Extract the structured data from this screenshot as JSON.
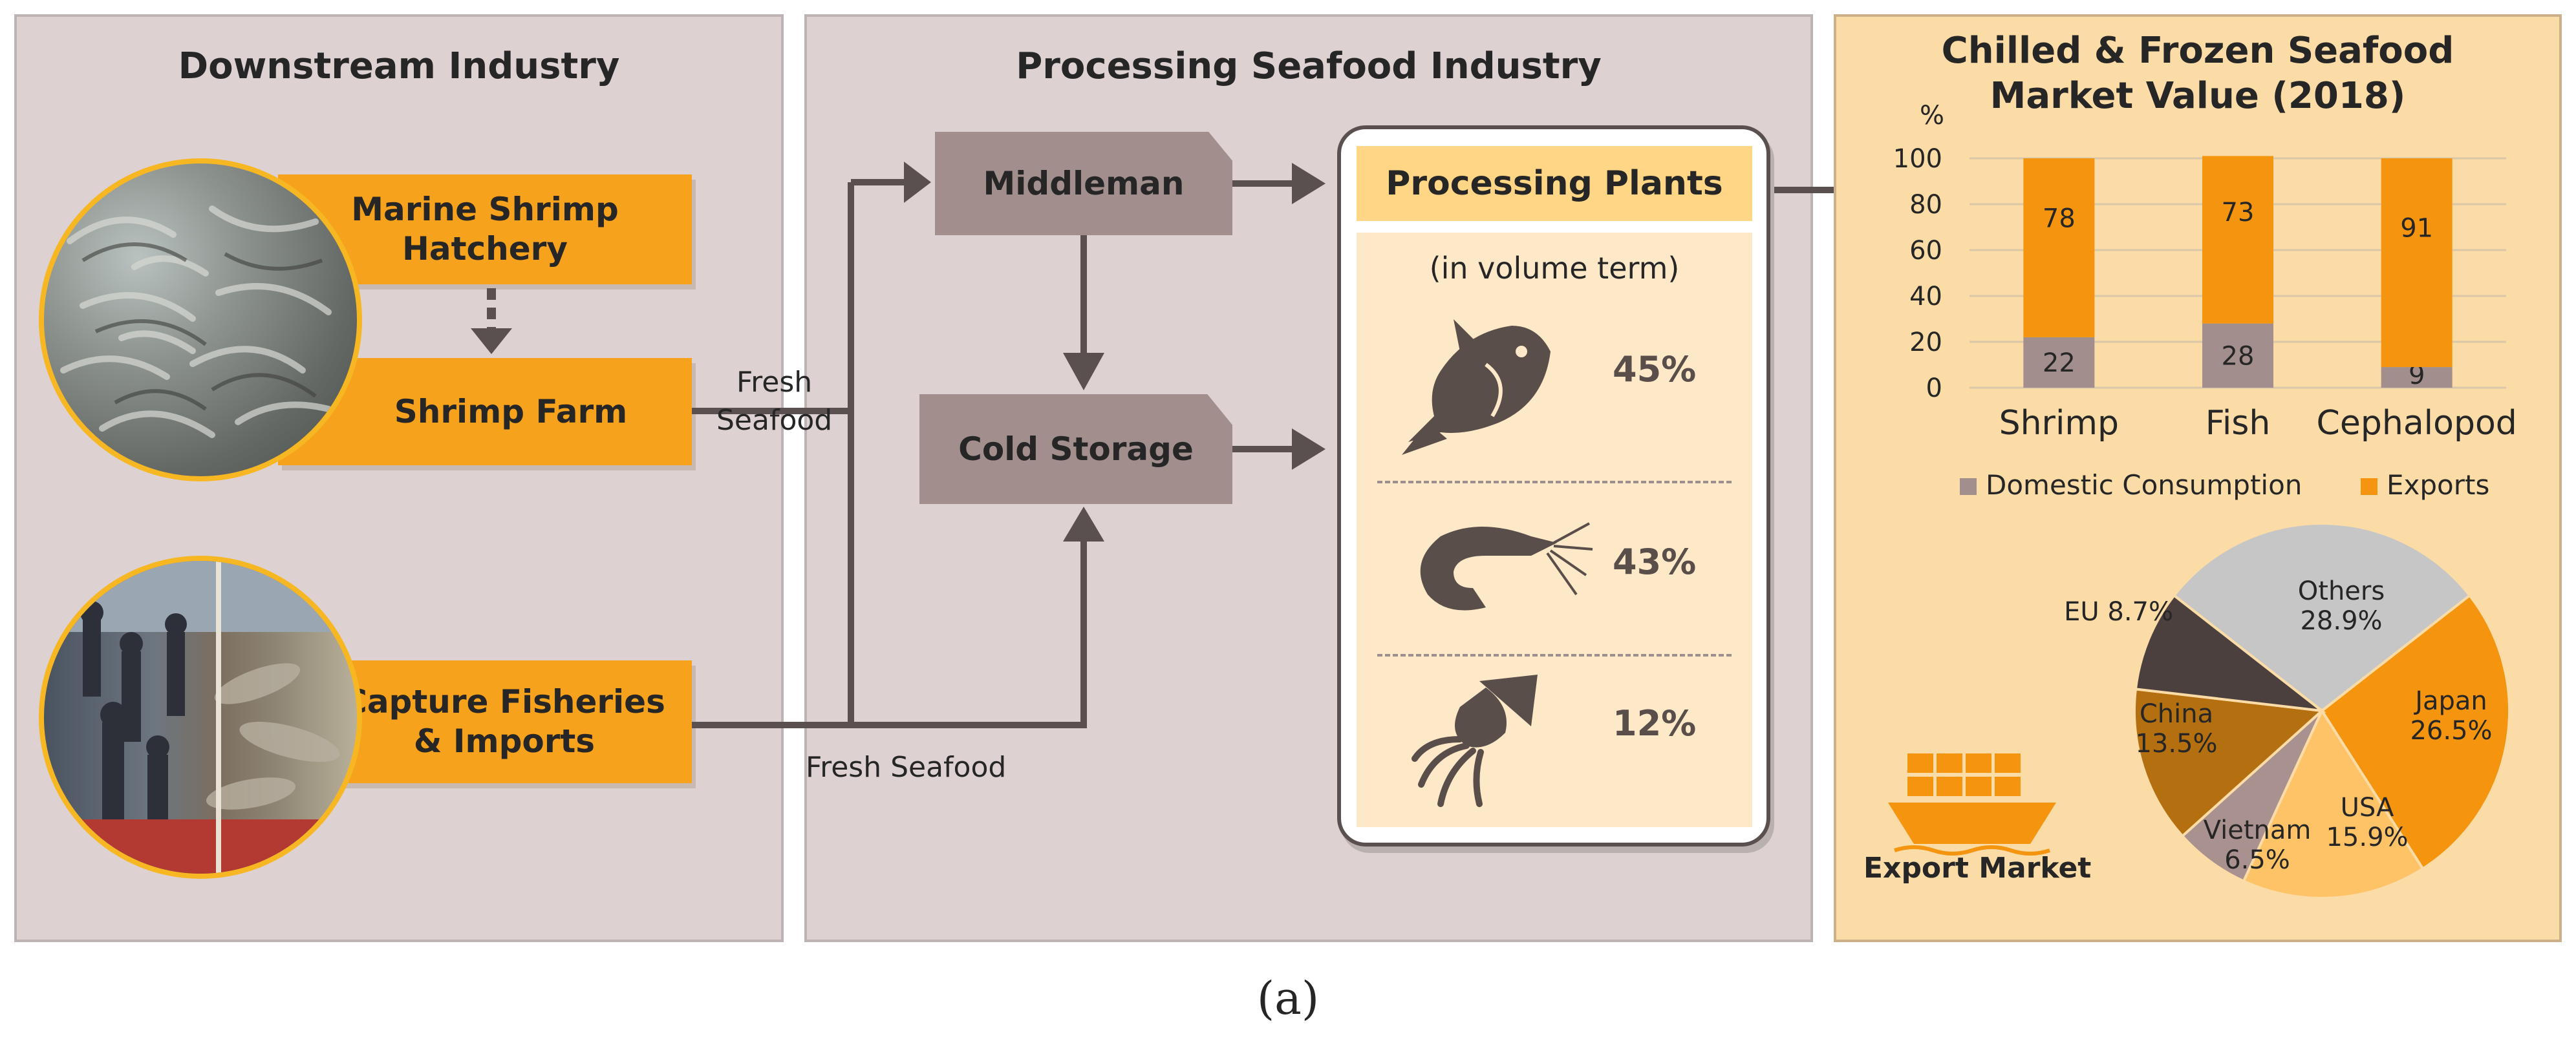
{
  "downstream": {
    "title": "Downstream Industry",
    "hatchery": "Marine Shrimp Hatchery",
    "farm": "Shrimp Farm",
    "capture_line1": "Capture Fisheries",
    "capture_line2": "& Imports",
    "photo1_icon": "shrimp-pile-photo",
    "photo2_icon": "fishermen-photo"
  },
  "processing": {
    "title": "Processing Seafood Industry",
    "middleman": "Middleman",
    "cold_storage": "Cold Storage",
    "fresh_seafood_top_line1": "Fresh",
    "fresh_seafood_top_line2": "Seafood",
    "fresh_seafood_bottom": "Fresh Seafood",
    "plants_title": "Processing Plants",
    "plants_subtitle": "(in volume term)",
    "items": [
      {
        "icon": "fish-icon",
        "value": "45%"
      },
      {
        "icon": "shrimp-icon",
        "value": "43%"
      },
      {
        "icon": "squid-icon",
        "value": "12%"
      }
    ]
  },
  "market": {
    "title_line1": "Chilled & Frozen Seafood",
    "title_line2": "Market Value (2018)",
    "export_label": "Export Market",
    "export_icon": "cargo-ship-icon"
  },
  "chart_data": [
    {
      "type": "bar",
      "stacked": true,
      "ylabel": "%",
      "ylim": [
        0,
        100
      ],
      "yticks": [
        "0",
        "20",
        "40",
        "60",
        "80",
        "100"
      ],
      "categories": [
        "Shrimp",
        "Fish",
        "Cephalopod"
      ],
      "series": [
        {
          "name": "Domestic Consumption",
          "values": [
            22,
            28,
            9
          ],
          "labels": [
            "22",
            "28",
            "9"
          ],
          "color": "#a28f8d"
        },
        {
          "name": "Exports",
          "values": [
            78,
            73,
            91
          ],
          "labels": [
            "78",
            "73",
            "91"
          ],
          "color": "#f5940e"
        }
      ],
      "legend": "bottom",
      "grid": true
    },
    {
      "type": "pie",
      "slices": [
        {
          "name": "Others",
          "value": 28.9,
          "label": "28.9%",
          "color": "#c6c6c6"
        },
        {
          "name": "Japan",
          "value": 26.5,
          "label": "26.5%",
          "color": "#f5940e"
        },
        {
          "name": "USA",
          "value": 15.9,
          "label": "15.9%",
          "color": "#ffc367"
        },
        {
          "name": "Vietnam",
          "value": 6.5,
          "label": "6.5%",
          "color": "#a8918f"
        },
        {
          "name": "China",
          "value": 13.5,
          "label": "13.5%",
          "color": "#b46f10"
        },
        {
          "name": "EU",
          "value": 8.7,
          "label": "8.7%",
          "color": "#4b403e"
        }
      ]
    }
  ],
  "caption": "(a)"
}
